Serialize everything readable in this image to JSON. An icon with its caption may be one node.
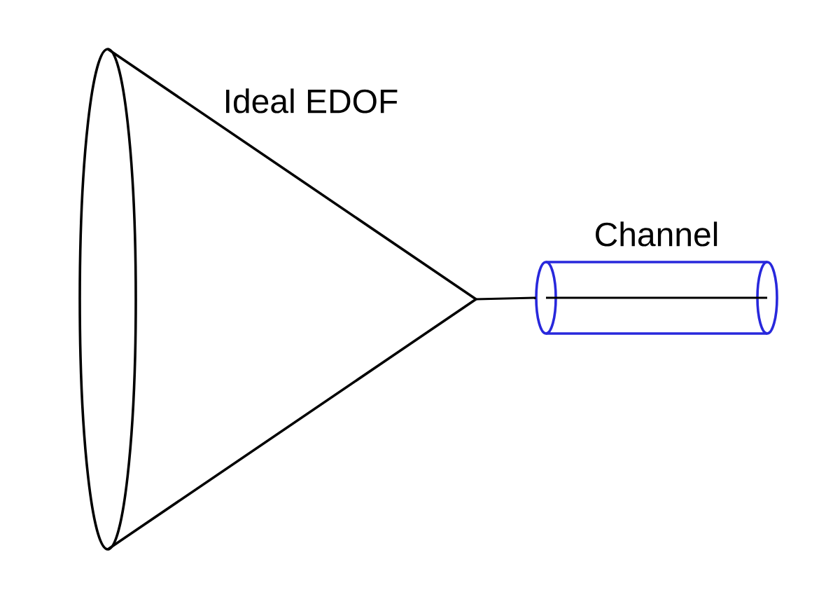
{
  "diagram": {
    "nodes": [
      {
        "text": [
          "Ideal EDOF"
        ]
      },
      {
        "text": [
          "Channel"
        ]
      }
    ],
    "edges": [
      {
        "from": 0,
        "to": 1,
        "arrow": "none"
      }
    ]
  }
}
